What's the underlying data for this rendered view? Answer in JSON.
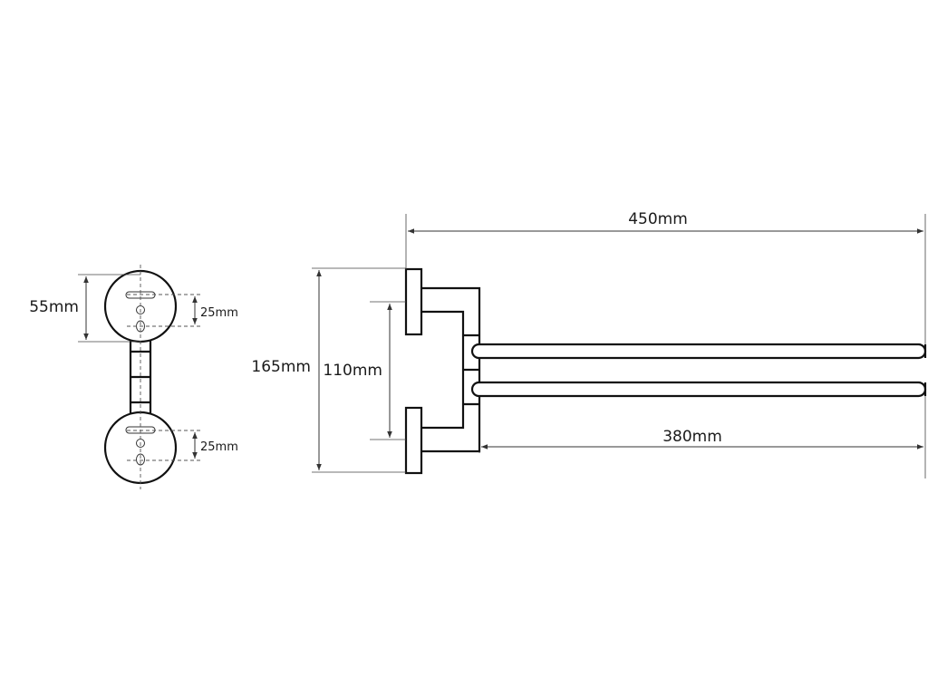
{
  "diagram": {
    "dimensions": {
      "front_height": "55mm",
      "top_hole_spacing": "25mm",
      "bottom_hole_spacing": "25mm",
      "total_height": "165mm",
      "arm_spacing": "110mm",
      "total_length": "450mm",
      "arm_length": "380mm"
    }
  }
}
